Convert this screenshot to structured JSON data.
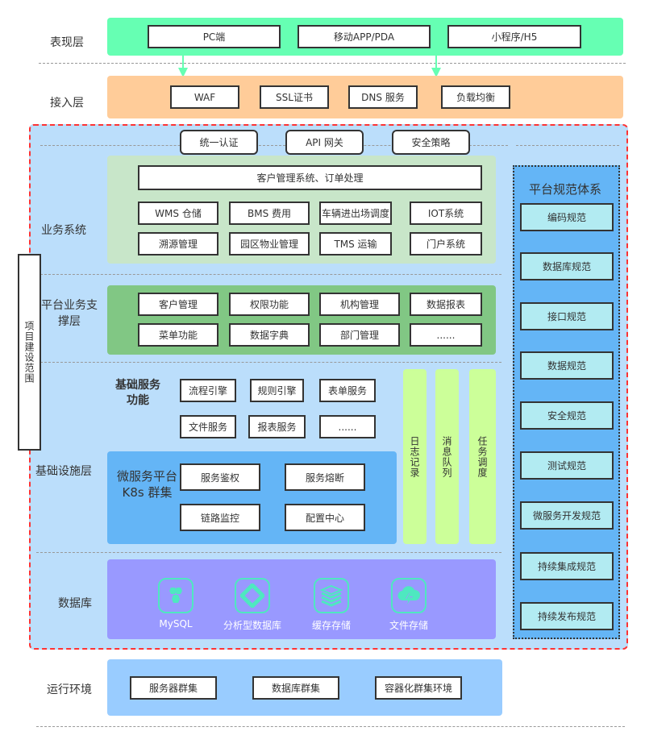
{
  "layers": {
    "presentation": {
      "label": "表现层",
      "items": [
        "PC端",
        "移动APP/PDA",
        "小程序/H5"
      ]
    },
    "access": {
      "label": "接入层",
      "items": [
        "WAF",
        "SSL证书",
        "DNS 服务",
        "负载均衡"
      ]
    },
    "gateway": {
      "items": [
        "统一认证",
        "API 网关",
        "安全策略"
      ]
    },
    "business": {
      "label": "业务系统",
      "top": "客户管理系统、订单处理",
      "items": [
        "WMS 仓储",
        "BMS 费用",
        "车辆进出场调度",
        "IOT系统",
        "溯源管理",
        "园区物业管理",
        "TMS 运输",
        "门户系统"
      ]
    },
    "platform": {
      "label_line1": "平台业务支",
      "label_line2": "撑层",
      "items": [
        "客户管理",
        "权限功能",
        "机构管理",
        "数据报表",
        "菜单功能",
        "数据字典",
        "部门管理",
        "......"
      ]
    },
    "infrastructure": {
      "label": "基础设施层",
      "basic_title_line1": "基础服务",
      "basic_title_line2": "功能",
      "basic_items": [
        "流程引擎",
        "规则引擎",
        "表单服务",
        "文件服务",
        "报表服务",
        "......"
      ],
      "micro_title_line1": "微服务平台",
      "micro_title_line2": "K8s 群集",
      "micro_items": [
        "服务鉴权",
        "服务熔断",
        "链路监控",
        "配置中心"
      ],
      "columns": [
        "日志记录",
        "消息队列",
        "任务调度"
      ]
    },
    "database": {
      "label": "数据库",
      "items": [
        {
          "name": "MySQL",
          "icon": "mysql-icon"
        },
        {
          "name": "分析型数据库",
          "icon": "analytic-db-icon"
        },
        {
          "name": "缓存存储",
          "icon": "cache-storage-icon"
        },
        {
          "name": "文件存储",
          "icon": "file-storage-icon"
        }
      ]
    },
    "runtime": {
      "label": "运行环境",
      "items": [
        "服务器群集",
        "数据库群集",
        "容器化群集环境"
      ]
    }
  },
  "scope_label": "项目建设范围",
  "spec_system": {
    "title": "平台规范体系",
    "items": [
      "编码规范",
      "数据库规范",
      "接口规范",
      "数据规范",
      "安全规范",
      "测试规范",
      "微服务开发规范",
      "持续集成规范",
      "持续发布规范"
    ]
  },
  "colors": {
    "presentation": "#66ffb3",
    "access": "#ffcc99",
    "scope_bg": "#bbdefb",
    "scope_border": "#ff3333",
    "business": "#c8e6c9",
    "platform": "#81c784",
    "micro": "#64b5f6",
    "columns": "#ccff99",
    "database": "#9999ff",
    "runtime": "#99ccff",
    "spec_bg": "#64b5f6",
    "spec_item": "#b2ebf2"
  }
}
